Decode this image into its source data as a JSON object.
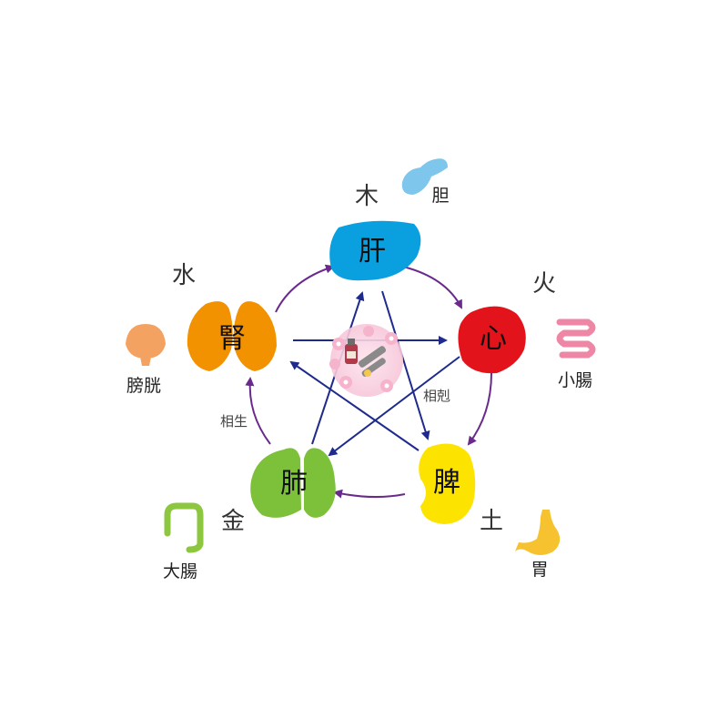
{
  "colors": {
    "liver": "#0aa0e0",
    "heart": "#e3131b",
    "spleen": "#fde300",
    "lung": "#7dc13b",
    "kidney": "#f39200",
    "generating_arrow": "#6a2a8c",
    "controlling_arrow": "#1e2a8c",
    "gallbladder": "#7fc6ec",
    "small_intestine": "#ee86a6",
    "stomach": "#f6c230",
    "large_intestine": "#8dc63f",
    "bladder": "#f4a261"
  },
  "organs": {
    "liver": {
      "label": "肝",
      "element": "木",
      "fu": "胆",
      "fu_icon": "gallbladder-icon"
    },
    "heart": {
      "label": "心",
      "element": "火",
      "fu": "小腸",
      "fu_icon": "small-intestine-icon"
    },
    "spleen": {
      "label": "脾",
      "element": "土",
      "fu": "胃",
      "fu_icon": "stomach-icon"
    },
    "lung": {
      "label": "肺",
      "element": "金",
      "fu": "大腸",
      "fu_icon": "large-intestine-icon"
    },
    "kidney": {
      "label": "腎",
      "element": "水",
      "fu": "膀胱",
      "fu_icon": "bladder-icon"
    }
  },
  "cycles": {
    "generating": "相生",
    "controlling": "相剋"
  },
  "center_icon": "herbal-medicine-icon"
}
